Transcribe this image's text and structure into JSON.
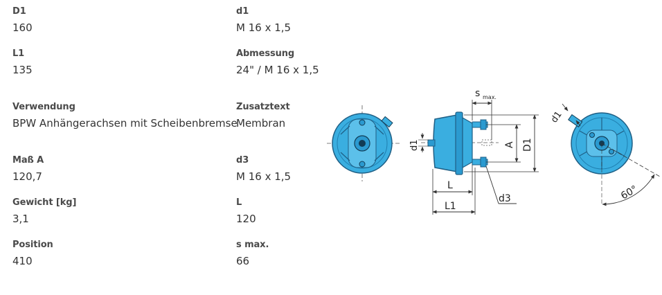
{
  "specs": {
    "d1_outer": {
      "label": "D1",
      "value": "160"
    },
    "d1_thread": {
      "label": "d1",
      "value": "M 16 x 1,5"
    },
    "l1": {
      "label": "L1",
      "value": "135"
    },
    "abmessung": {
      "label": "Abmessung",
      "value": "24\" / M 16 x 1,5"
    },
    "verwendung": {
      "label": "Verwendung",
      "value": "BPW Anhängerachsen mit Scheibenbremse"
    },
    "zusatztext": {
      "label": "Zusatztext",
      "value": "Membran"
    },
    "mass_a": {
      "label": "Maß A",
      "value": "120,7"
    },
    "d3": {
      "label": "d3",
      "value": "M 16 x 1,5"
    },
    "gewicht": {
      "label": "Gewicht [kg]",
      "value": "3,1"
    },
    "l": {
      "label": "L",
      "value": "120"
    },
    "position": {
      "label": "Position",
      "value": "410"
    },
    "s_max": {
      "label": "s max.",
      "value": "66"
    }
  },
  "drawing": {
    "labels": {
      "s": "s",
      "s_sub": "max.",
      "a": "A",
      "d1_big": "D1",
      "d1_small": "d1",
      "d1_right": "d1",
      "l": "L",
      "l1": "L1",
      "d3": "d3",
      "angle": "60°"
    },
    "colors": {
      "body": "#3aaee0",
      "body_dark": "#1f7fb0",
      "line": "#333333"
    }
  }
}
